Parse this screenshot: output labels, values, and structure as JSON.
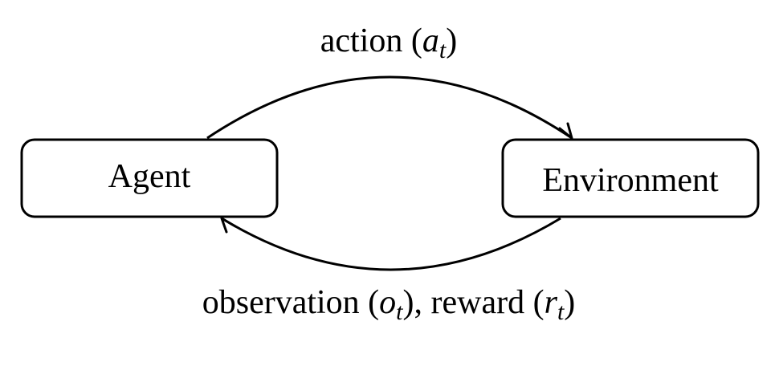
{
  "nodes": {
    "agent": {
      "label": "Agent"
    },
    "environment": {
      "label": "Environment"
    }
  },
  "edges": {
    "action": {
      "text": "action (",
      "symbol": "a",
      "subscript": "t",
      "close": ")"
    },
    "feedback": {
      "text_1": "observation (",
      "symbol_1": "o",
      "subscript_1": "t",
      "text_2": "), reward (",
      "symbol_2": "r",
      "subscript_2": "t",
      "close": ")"
    }
  },
  "colors": {
    "stroke": "#000000",
    "background": "#ffffff"
  }
}
